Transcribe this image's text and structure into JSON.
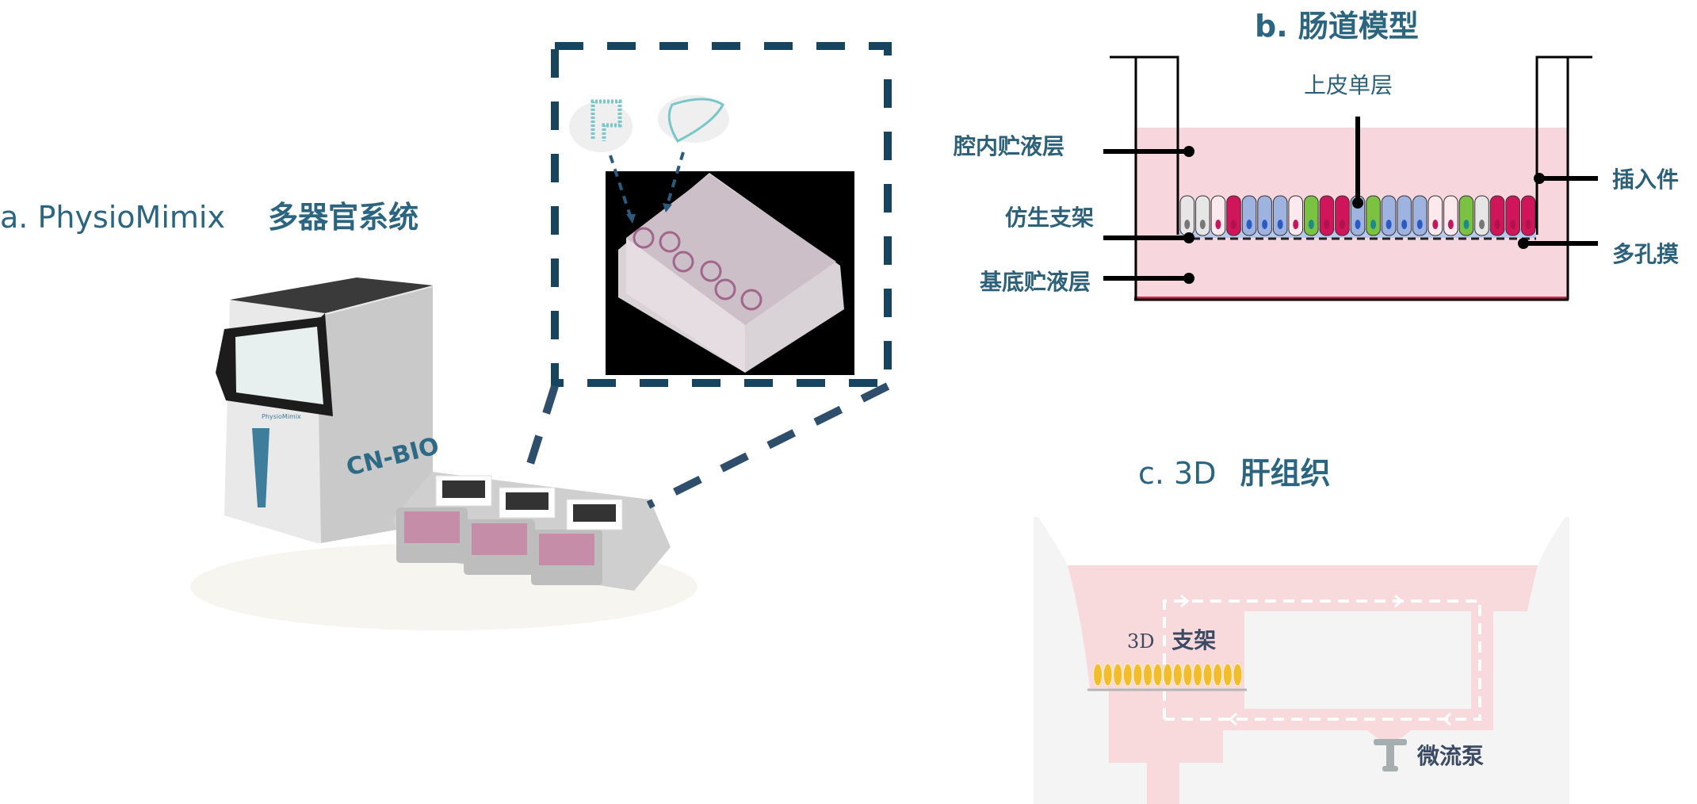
{
  "part_a": {
    "letter": "a.",
    "product": "PhysioMimix",
    "title": "多器官系统",
    "machine_brand": "CN-BIO",
    "machine_logo": "PhysioMimix"
  },
  "part_b": {
    "title": "b. 肠道模型",
    "labels": {
      "apical": "腔内贮液层",
      "scaffold": "仿生支架",
      "basal": "基底贮液层",
      "epithelium": "上皮单层",
      "insert": "插入件",
      "membrane": "多孔摸"
    },
    "cell_colors": [
      "#e6e6e6",
      "#e6e6e6",
      "#fbe9ee",
      "#d0155a",
      "#9fb3e0",
      "#9fb3e0",
      "#9fb3e0",
      "#fbe9ee",
      "#7cc242",
      "#d0155a",
      "#d0155a",
      "#9fb3e0",
      "#7cc242",
      "#9fb3e0",
      "#9fb3e0",
      "#9fb3e0",
      "#fbe9ee",
      "#fbe9ee",
      "#7cc242",
      "#e6e6e6",
      "#d0155a",
      "#d0155a",
      "#d0155a"
    ]
  },
  "part_c": {
    "title_prefix": "c.  3D",
    "title": "肝组织",
    "scaffold_prefix": "3D",
    "scaffold_label": "支架",
    "pump_label": "微流泵"
  },
  "colors": {
    "title": "#2c6580",
    "dash_box": "#17445e",
    "pink": "#f7d6dc",
    "gray_bg": "#f4f4f4",
    "yellow": "#f2bd2d"
  }
}
